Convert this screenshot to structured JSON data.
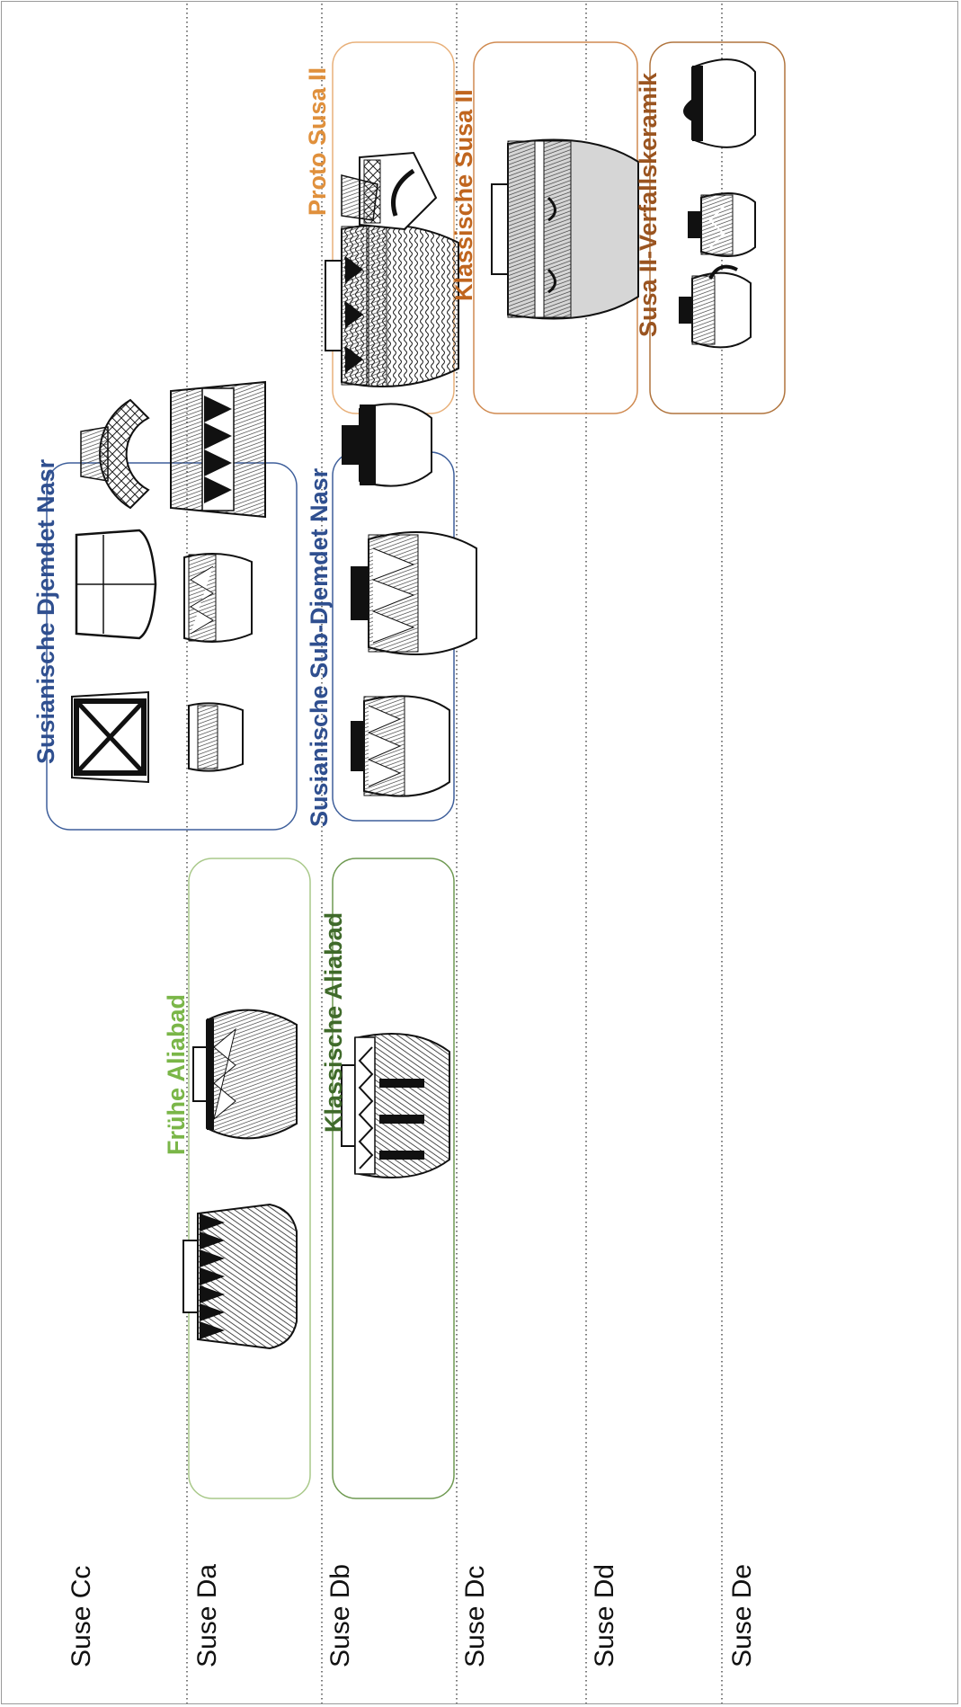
{
  "phases": [
    "Suse Cc",
    "Suse Da",
    "Suse Db",
    "Suse Dc",
    "Suse Dd",
    "Suse De"
  ],
  "groups": [
    {
      "label": "Frühe Aliabad",
      "color": "#7ab648",
      "border": "#a9c98a"
    },
    {
      "label": "Klassische Aliabad",
      "color": "#3f6a2a",
      "border": "#6f9a52"
    },
    {
      "label": "Susianische Djemdet Nasr",
      "color": "#2f4f8f",
      "border": "#3e5f9b"
    },
    {
      "label": "Susianische Sub-Djemdet Nasr",
      "color": "#2f4f8f",
      "border": "#3e5f9b"
    },
    {
      "label": "Proto Susa II",
      "color": "#e0903c",
      "border": "#e8b07a"
    },
    {
      "label": "Klassische Susa II",
      "color": "#c0651e",
      "border": "#d08a50"
    },
    {
      "label": "Susa II-Verfallskeramik",
      "color": "#9a5420",
      "border": "#b0743d"
    }
  ]
}
